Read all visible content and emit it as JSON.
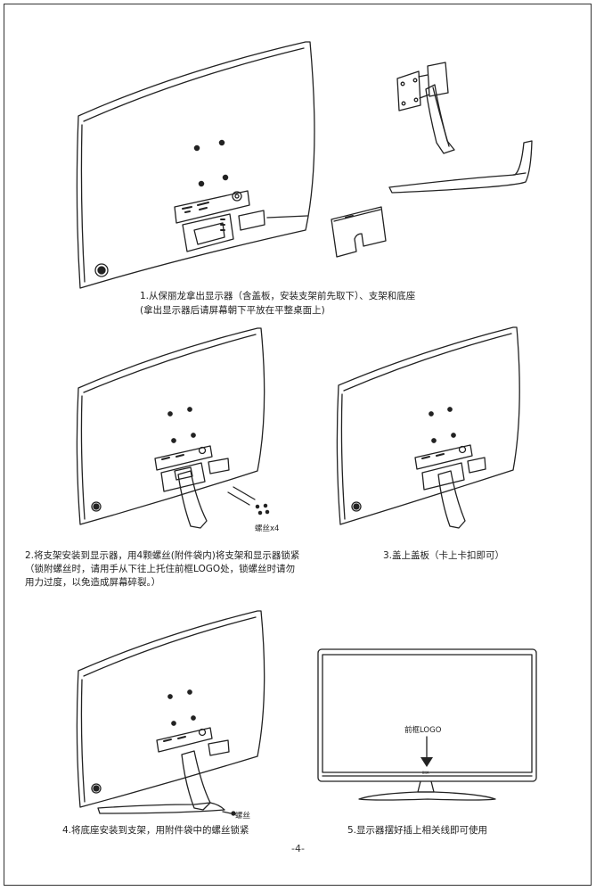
{
  "steps": {
    "s1_line1": "1.从保丽龙拿出显示器（含盖板，安装支架前先取下）、支架和底座",
    "s1_line2": "(拿出显示器后请屏幕朝下平放在平整桌面上)",
    "s2_line1": "2.将支架安装到显示器，用4颗螺丝(附件袋内)将支架和显示器锁紧",
    "s2_line2": "（锁附螺丝时，请用手从下往上托住前框LOGO处，锁螺丝时请勿",
    "s2_line3": "用力过度，以免造成屏幕碎裂。）",
    "s3": "3.盖上盖板（卡上卡扣即可）",
    "s4": "4.将底座安装到支架，用附件袋中的螺丝锁紧",
    "s5": "5.显示器摆好插上相关线即可使用"
  },
  "labels": {
    "screws_x4": "螺丝x4",
    "screw": "螺丝",
    "front_logo": "前框LOGO",
    "bezel_brand": "IIIIA"
  },
  "page_number": "-4-"
}
